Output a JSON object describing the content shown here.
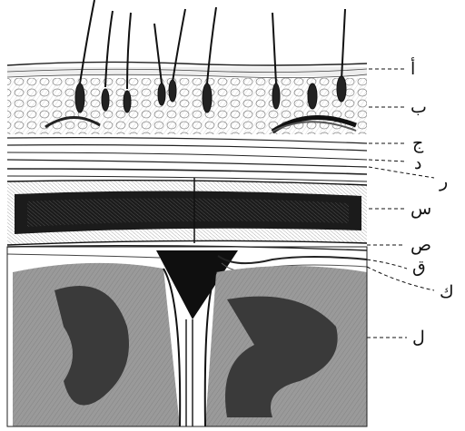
{
  "figure": {
    "labels": [
      {
        "id": "a",
        "text": "أ"
      },
      {
        "id": "b",
        "text": "ب"
      },
      {
        "id": "j",
        "text": "ج"
      },
      {
        "id": "d",
        "text": "د"
      },
      {
        "id": "r",
        "text": "ر"
      },
      {
        "id": "s",
        "text": "س"
      },
      {
        "id": "sad",
        "text": "ص"
      },
      {
        "id": "q",
        "text": "ق"
      },
      {
        "id": "k",
        "text": "ك"
      },
      {
        "id": "l",
        "text": "ل"
      }
    ]
  }
}
